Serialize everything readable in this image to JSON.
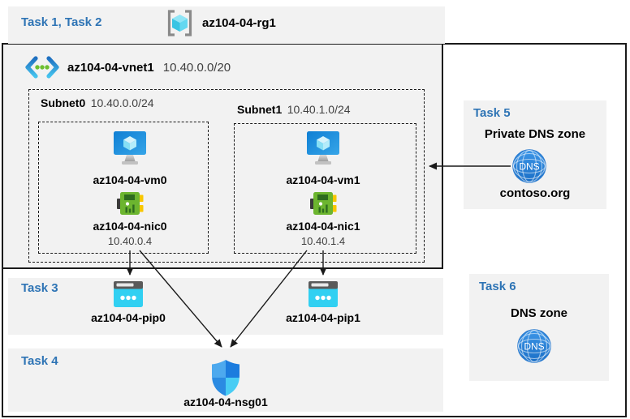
{
  "colors": {
    "accent_blue": "#2E74B5",
    "box_gray": "#F2F2F2",
    "ip_cyan": "#31D0F2",
    "nic_green": "#6CB52F",
    "shield_blue": "#1C7CDE",
    "dns_blue": "#2E86D8"
  },
  "header": {
    "tasks_label": "Task 1, Task 2",
    "resource_group": "az104-04-rg1"
  },
  "vnet": {
    "name": "az104-04-vnet1",
    "cidr": "10.40.0.0/20"
  },
  "subnets": [
    {
      "name": "Subnet0",
      "cidr": "10.40.0.0/24",
      "vm": "az104-04-vm0",
      "nic": "az104-04-nic0",
      "ip": "10.40.0.4"
    },
    {
      "name": "Subnet1",
      "cidr": "10.40.1.0/24",
      "vm": "az104-04-vm1",
      "nic": "az104-04-nic1",
      "ip": "10.40.1.4"
    }
  ],
  "task3": {
    "label": "Task 3",
    "pip0": "az104-04-pip0",
    "pip1": "az104-04-pip1"
  },
  "task4": {
    "label": "Task 4",
    "nsg": "az104-04-nsg01"
  },
  "task5": {
    "label": "Task 5",
    "title": "Private DNS zone",
    "zone": "contoso.org"
  },
  "task6": {
    "label": "Task 6",
    "title": "DNS zone"
  },
  "icons": {
    "dns_text": "DNS"
  }
}
